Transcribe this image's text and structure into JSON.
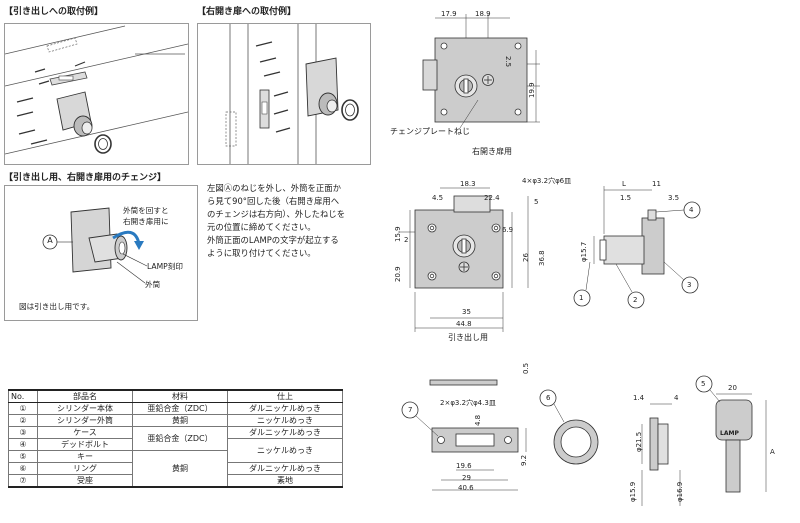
{
  "sections": {
    "drawer_mount": "【引き出しへの取付例】",
    "right_door_mount": "【右開き扉への取付例】",
    "change": "【引き出し用、右開き扉用のチェンジ】"
  },
  "change_box": {
    "label_a": "A",
    "rotate_note": [
      "外筒を回すと",
      "右開き扉用に"
    ],
    "lamp_label": "LAMP刻印",
    "outer_cylinder": "外筒",
    "caption": "図は引き出し用です。"
  },
  "instructions": [
    "左図Ⓐのねじを外し、外筒を正面か",
    "ら見て90°回した後（右開き扉用へ",
    "のチェンジは右方向）、外したねじを",
    "元の位置に締めてください。",
    "外筒正面のLAMPの文字が起立する",
    "ように取り付けてください。"
  ],
  "top_view": {
    "dims": [
      "17.9",
      "18.9",
      "2.5",
      "19.9"
    ],
    "change_plate_screw": "チェンジプレートねじ",
    "caption": "右開き扉用"
  },
  "front_view": {
    "dims": [
      "18.3",
      "4.5",
      "22.4",
      "4×φ3.2穴φ6皿",
      "5",
      "15.9",
      "2",
      "20.9",
      "6.9",
      "26",
      "36.8",
      "35",
      "44.8"
    ],
    "caption": "引き出し用"
  },
  "side_view": {
    "dims": [
      "L",
      "11",
      "1.5",
      "3.5",
      "φ15.7"
    ],
    "balloons": [
      "1",
      "2",
      "3",
      "4"
    ]
  },
  "strike": {
    "dims": [
      "0.5",
      "2×φ3.2穴φ4.3皿",
      "4.8",
      "19.6",
      "29",
      "40.6",
      "9.2"
    ],
    "balloon": "7"
  },
  "ring": {
    "balloon": "6"
  },
  "ring_side": {
    "dims": [
      "1.4",
      "4",
      "φ21.5",
      "φ15.9",
      "φ16.9"
    ]
  },
  "key": {
    "dims": [
      "20",
      "A"
    ],
    "balloon": "5",
    "text": "LAMP"
  },
  "parts_table": {
    "headers": [
      "No.",
      "部品名",
      "材料",
      "仕上"
    ],
    "rows": [
      [
        "①",
        "シリンダー本体",
        "亜鉛合金（ZDC）",
        "ダルニッケルめっき"
      ],
      [
        "②",
        "シリンダー外筒",
        "黄銅",
        "ニッケルめっき"
      ],
      [
        "③",
        "ケース",
        "亜鉛合金（ZDC）",
        "ダルニッケルめっき"
      ],
      [
        "④",
        "デッドボルト",
        "",
        "ニッケルめっき"
      ],
      [
        "⑤",
        "キー",
        "黄銅",
        ""
      ],
      [
        "⑥",
        "リング",
        "",
        "ダルニッケルめっき"
      ],
      [
        "⑦",
        "受座",
        "",
        "素地"
      ]
    ]
  }
}
